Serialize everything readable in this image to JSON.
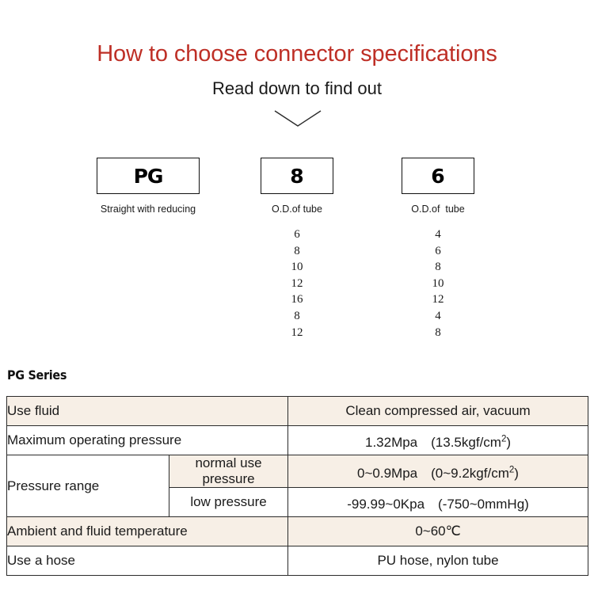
{
  "header": {
    "title": "How to choose connector specifications",
    "subtitle": "Read down to find out",
    "chevron_icon": "chevron-down-icon"
  },
  "selector": {
    "boxes": [
      {
        "value": "PG",
        "caption": "Straight with reducing"
      },
      {
        "value": "8",
        "caption": "O.D.of tube"
      },
      {
        "value": "6",
        "caption": "O.D.of  tube"
      }
    ],
    "option_columns": [
      {
        "values": [
          "6",
          "8",
          "10",
          "12",
          "16",
          "8",
          "12"
        ]
      },
      {
        "values": [
          "4",
          "6",
          "8",
          "10",
          "12",
          "4",
          "8"
        ]
      }
    ]
  },
  "spec": {
    "series_label": "PG Series",
    "rows": [
      {
        "label": "Use fluid",
        "sub_label": null,
        "value": "Clean compressed air, vacuum",
        "shaded": true,
        "value_size": "big"
      },
      {
        "label": "Maximum operating pressure",
        "sub_label": null,
        "value_html": "1.32Mpa　(13.5kgf/cm<sup>2</sup>)",
        "shaded": false,
        "value_size": "normal"
      },
      {
        "label": "Pressure range",
        "sub_label": "normal use pressure",
        "value_html": "0~0.9Mpa　(0~9.2kgf/cm<sup>2</sup>)",
        "shaded": true,
        "value_size": "normal"
      },
      {
        "label": "",
        "sub_label": "low pressure",
        "value_html": "-99.99~0Kpa　(-750~0mmHg)",
        "shaded": false,
        "value_size": "normal"
      },
      {
        "label": "Ambient and fluid temperature",
        "sub_label": null,
        "value": "0~60℃",
        "shaded": true,
        "value_size": "normal"
      },
      {
        "label": "Use a hose",
        "sub_label": null,
        "value": "PU hose, nylon tube",
        "shaded": false,
        "value_size": "big"
      }
    ]
  },
  "colors": {
    "title_red": "#BE2F26",
    "table_shade": "#F7EFE6",
    "border": "#2b2b2b",
    "text": "#1a1a1a"
  }
}
